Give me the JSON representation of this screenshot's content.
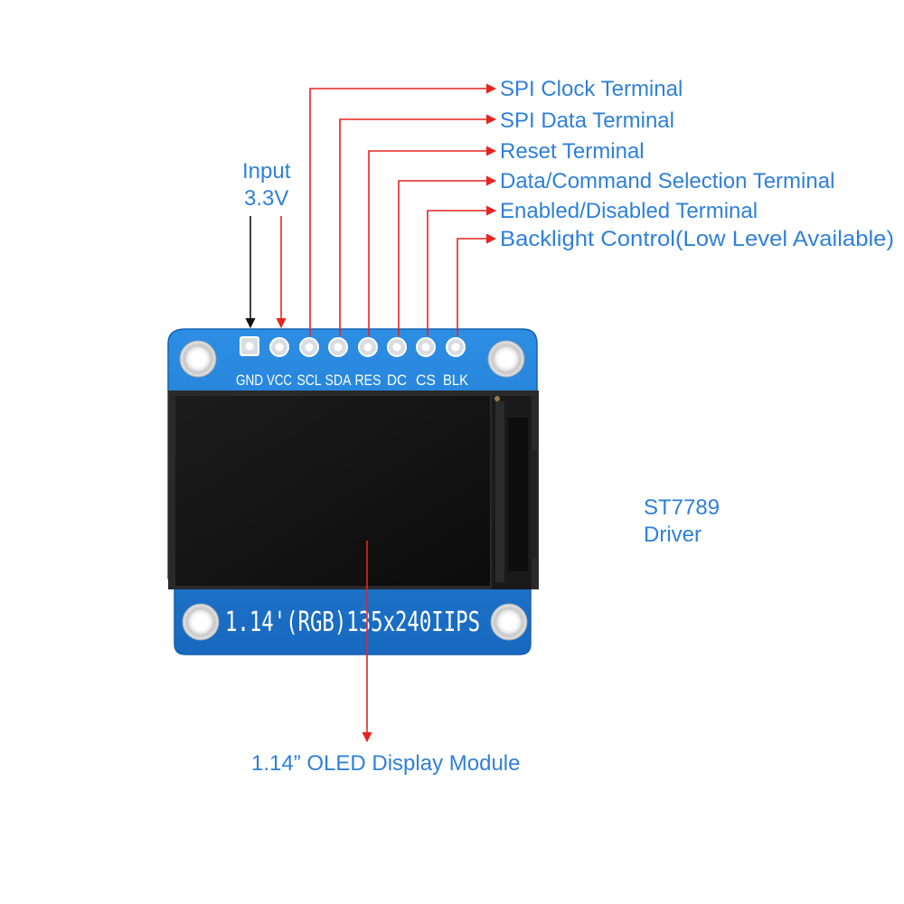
{
  "annotations": {
    "spi_clock": "SPI Clock Terminal",
    "spi_data": "SPI Data Terminal",
    "reset": "Reset Terminal",
    "data_command": "Data/Command Selection Terminal",
    "enable": "Enabled/Disabled Terminal",
    "backlight": "Backlight Control(Low Level Available)",
    "input_line1": "Input",
    "input_line2": "3.3V",
    "driver_line1": "ST7789",
    "driver_line2": "Driver",
    "module": "1.14”  OLED Display Module"
  },
  "board": {
    "pins": [
      "GND",
      "VCC",
      "SCL",
      "SDA",
      "RES",
      "DC",
      "CS",
      "BLK"
    ],
    "silkscreen": "1.14'(RGB)135x240IIPS"
  },
  "colors": {
    "label": "#2f80d8",
    "arrow_red": "#e8231f",
    "arrow_black": "#111111",
    "pcb": "#1f7fd6",
    "screen": "#151515"
  }
}
